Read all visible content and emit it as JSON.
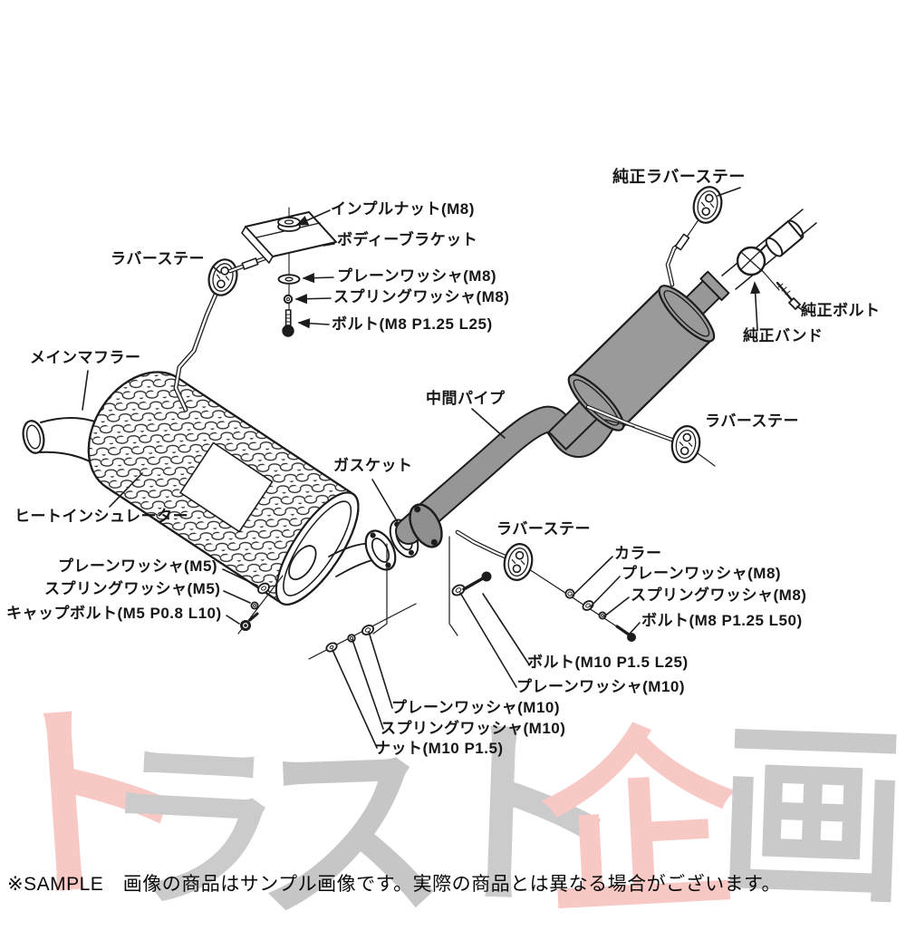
{
  "diagram": {
    "type": "exploded-parts-diagram",
    "subject": "exhaust-system",
    "colors": {
      "line": "#1c1c1c",
      "metal_gray": "#9a9a9a",
      "paper": "#ffffff"
    },
    "labels": {
      "junsei_rubber_stay": "純正ラバーステー",
      "impl_nut": "インプルナット(M8)",
      "body_bracket": "ボディーブラケット",
      "rubber_stay_top_left": "ラバーステー",
      "plain_washer_m8_top": "プレーンワッシャ(M8)",
      "spring_washer_m8_top": "スプリングワッシャ(M8)",
      "bolt_m8_l25": "ボルト(M8 P1.25 L25)",
      "main_muffler": "メインマフラー",
      "middle_pipe": "中間パイプ",
      "junsei_bolt": "純正ボルト",
      "junsei_band": "純正バンド",
      "rubber_stay_right": "ラバーステー",
      "gasket": "ガスケット",
      "heat_insulator": "ヒートインシュレーター",
      "rubber_stay_middle": "ラバーステー",
      "collar": "カラー",
      "plain_washer_m5": "プレーンワッシャ(M5)",
      "spring_washer_m5": "スプリングワッシャ(M5)",
      "cap_bolt_m5": "キャップボルト(M5 P0.8 L10)",
      "plain_washer_m8_lower": "プレーンワッシャ(M8)",
      "spring_washer_m8_lower": "スプリングワッシャ(M8)",
      "bolt_m8_l50": "ボルト(M8 P1.25 L50)",
      "bolt_m10_l25": "ボルト(M10 P1.5 L25)",
      "plain_washer_m10_right": "プレーンワッシャ(M10)",
      "plain_washer_m10_left": "プレーンワッシャ(M10)",
      "spring_washer_m10": "スプリングワッシャ(M10)",
      "nut_m10": "ナット(M10 P1.5)"
    }
  },
  "watermark": {
    "text": "トラスト企画",
    "chars": [
      {
        "char": "ト",
        "color": "#f8c8c5"
      },
      {
        "char": "ラ",
        "color": "#cbcbcb"
      },
      {
        "char": "ス",
        "color": "#c6c6c6"
      },
      {
        "char": "ト",
        "color": "#cbcbcb"
      },
      {
        "char": "企",
        "color": "#f8c8c5"
      },
      {
        "char": "画",
        "color": "#c9c9c9"
      }
    ]
  },
  "footer": {
    "note": "※SAMPLE　画像の商品はサンプル画像です。実際の商品とは異なる場合がございます。"
  }
}
